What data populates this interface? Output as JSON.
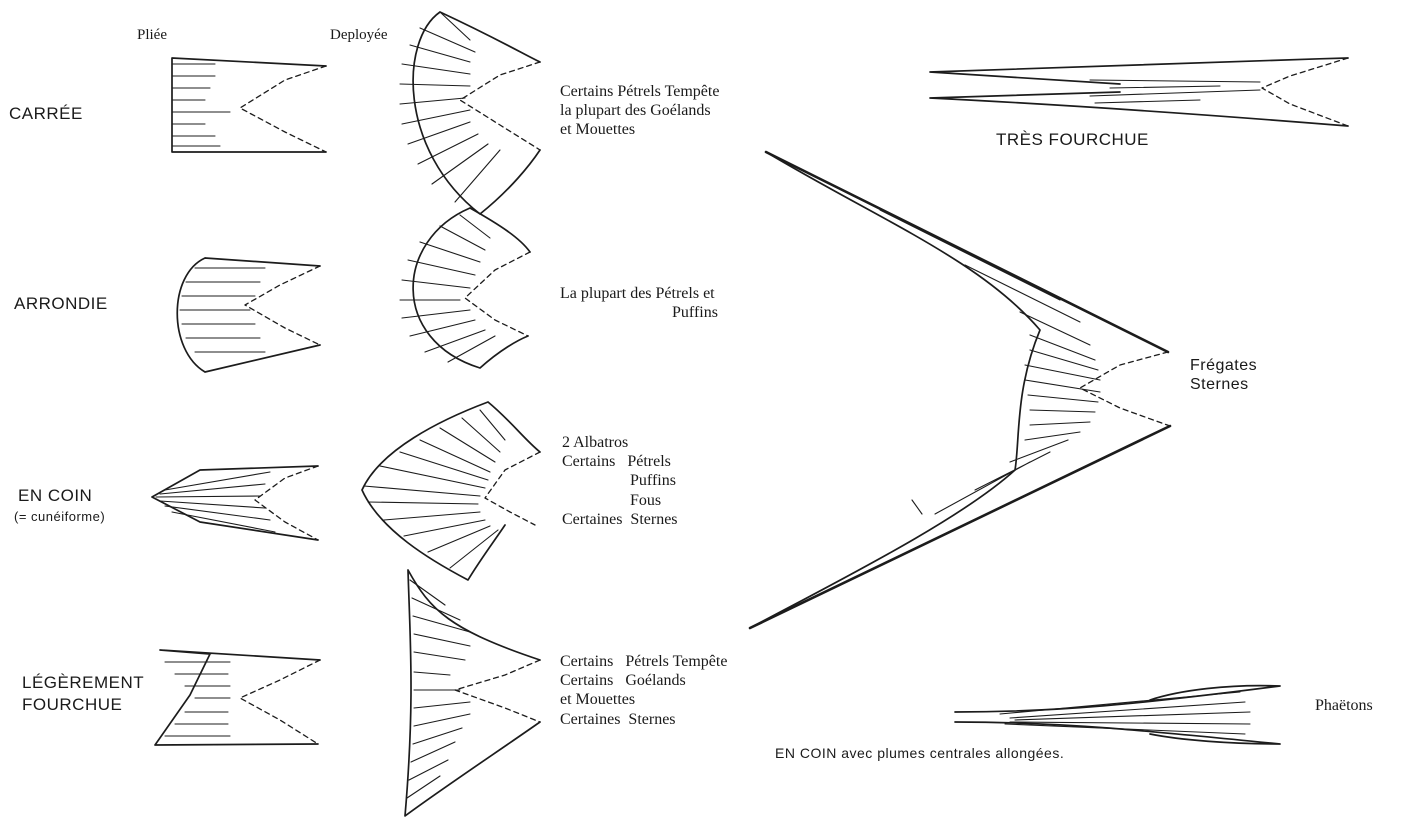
{
  "headers": {
    "folded": "Pliée",
    "spread": "Deployée"
  },
  "categories": {
    "square": "CARRÉE",
    "rounded": "ARRONDIE",
    "wedge": "EN COIN",
    "wedge_note": "(= cunéiforme)",
    "slightly_forked_1": "LÉGÈREMENT",
    "slightly_forked_2": "FOURCHUE",
    "very_forked": "TRÈS FOURCHUE",
    "wedge_long_central": "EN COIN avec plumes centrales allongées."
  },
  "species": {
    "square": "Certains Pétrels Tempête\nla plupart des Goélands\net Mouettes",
    "rounded": "La plupart des Pétrels et\n                            Puffins",
    "wedge": "2 Albatros\nCertains   Pétrels\n                 Puffins\n                 Fous\nCertaines  Sternes",
    "slightly_forked": "Certains   Pétrels Tempête\nCertains   Goélands\net Mouettes\nCertaines  Sternes",
    "very_forked": "Frégates\nSternes",
    "tropicbirds": "Phaëtons"
  }
}
